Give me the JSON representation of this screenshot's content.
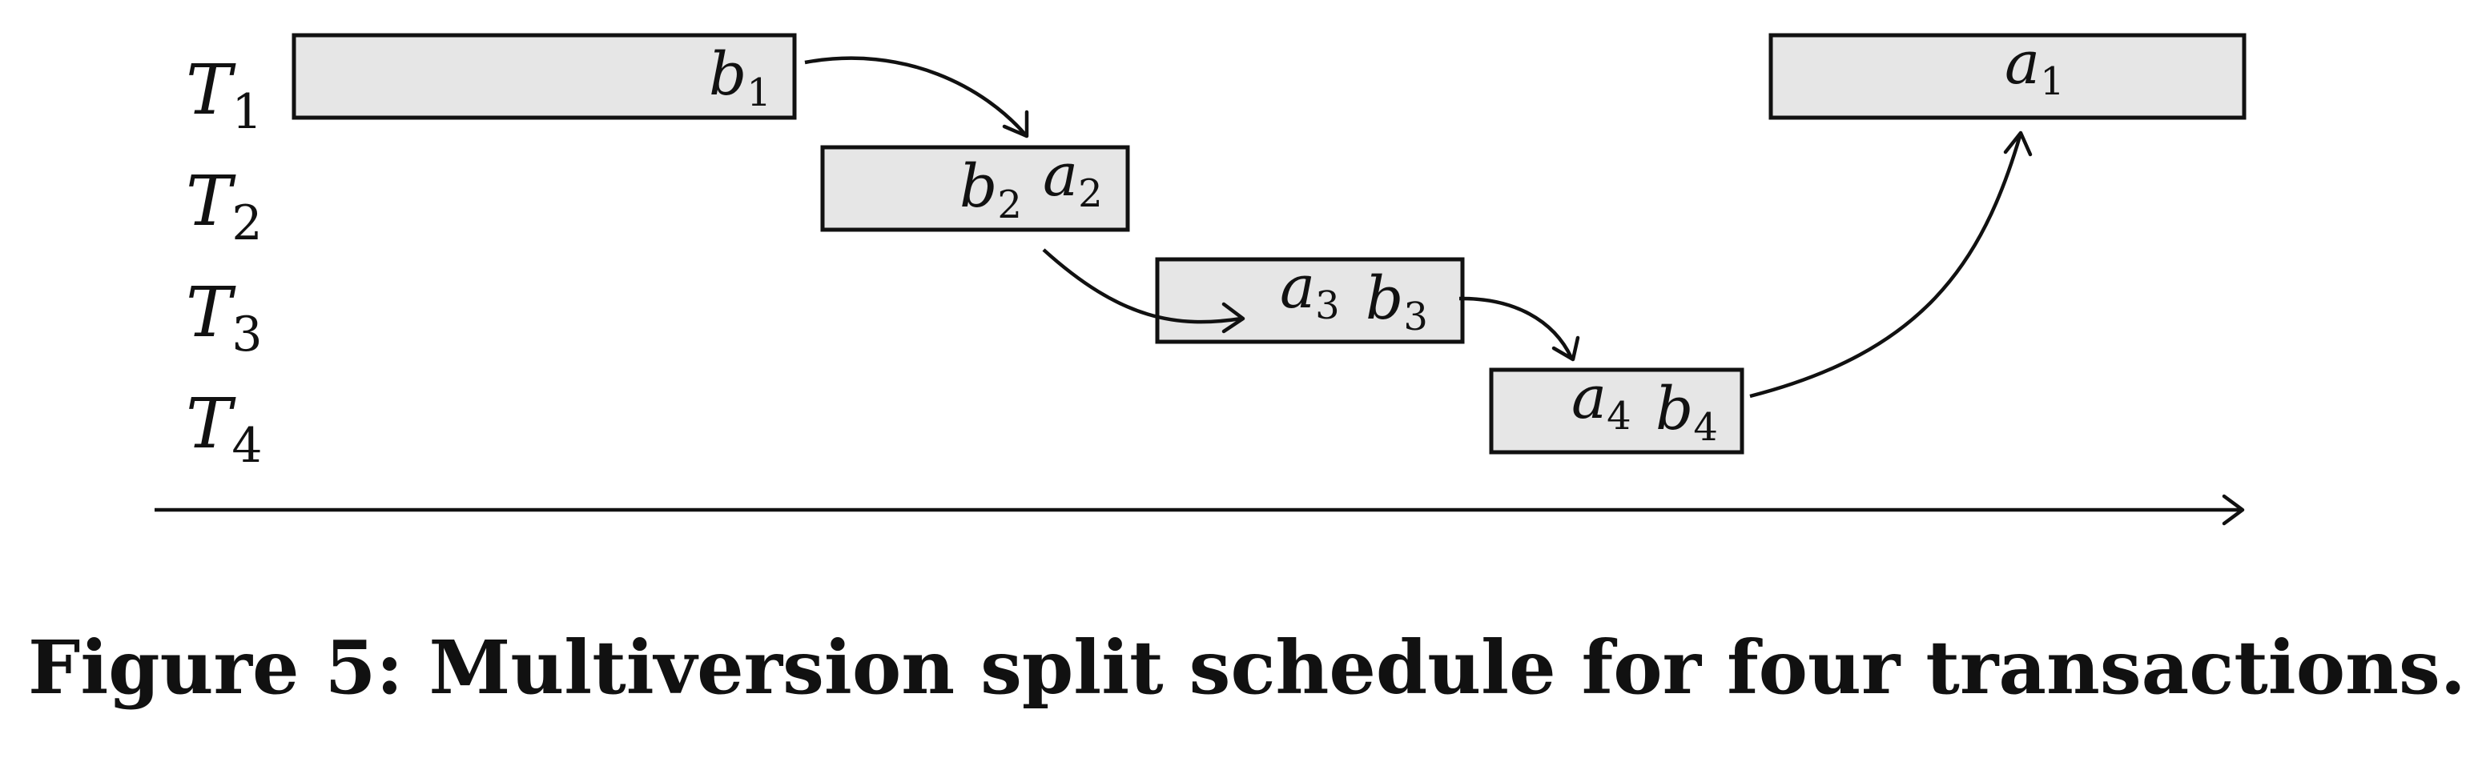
{
  "transactions": [
    {
      "name": "T",
      "index": "1"
    },
    {
      "name": "T",
      "index": "2"
    },
    {
      "name": "T",
      "index": "3"
    },
    {
      "name": "T",
      "index": "4"
    }
  ],
  "blocks": [
    {
      "id": "t1-b",
      "row": 1,
      "labels": [
        {
          "v": "b",
          "i": "1"
        }
      ]
    },
    {
      "id": "t2",
      "row": 2,
      "labels": [
        {
          "v": "b",
          "i": "2"
        },
        {
          "v": "a",
          "i": "2"
        }
      ]
    },
    {
      "id": "t3",
      "row": 3,
      "labels": [
        {
          "v": "a",
          "i": "3"
        },
        {
          "v": "b",
          "i": "3"
        }
      ]
    },
    {
      "id": "t4",
      "row": 4,
      "labels": [
        {
          "v": "a",
          "i": "4"
        },
        {
          "v": "b",
          "i": "4"
        }
      ]
    },
    {
      "id": "t1-a",
      "row": 1,
      "labels": [
        {
          "v": "a",
          "i": "1"
        }
      ]
    }
  ],
  "caption": "Figure 5: Multiversion split schedule for four transactions."
}
